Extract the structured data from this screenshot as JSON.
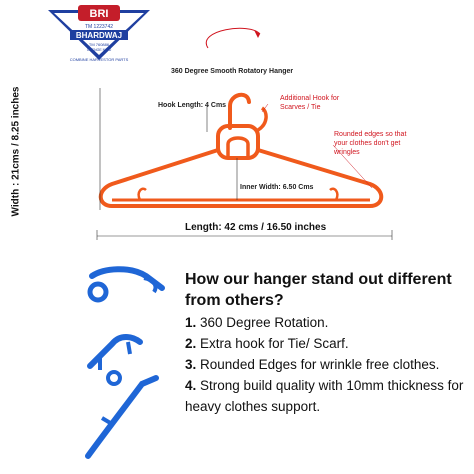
{
  "brand": {
    "badge": "BRI",
    "tm": "TM 1223742",
    "name": "BHARDWAJ",
    "tm2": "TM 760886",
    "tagline_small": "CHENGE NIRD",
    "sub": "COMBINE HARVESTOR PARTS"
  },
  "diagram": {
    "rotation_caption": "360 Degree Smooth Rotatory Hanger",
    "hook_length": "Hook Length: 4 Cms",
    "additional_hook": "Additional Hook for Scarves / Tie",
    "rounded_edges": "Rounded edges so that your clothes don't get wringles",
    "inner_width": "Inner Width: 6.50 Cms",
    "height": "Width : 21cms / 8.25 inches",
    "length": "Length: 42 cms / 16.50 inches"
  },
  "features": {
    "title": "How our hanger stand out different from others?",
    "items": [
      {
        "num": "1.",
        "text": "360 Degree Rotation."
      },
      {
        "num": "2.",
        "text": "Extra hook for Tie/ Scarf."
      },
      {
        "num": "3.",
        "text": "Rounded Edges for wrinkle free clothes."
      },
      {
        "num": "4.",
        "text": "Strong build quality with 10mm thickness for heavy clothes support."
      }
    ]
  },
  "colors": {
    "hanger_orange": "#f05a1c",
    "hanger_blue": "#1f66d6",
    "note_red": "#d0141e"
  }
}
